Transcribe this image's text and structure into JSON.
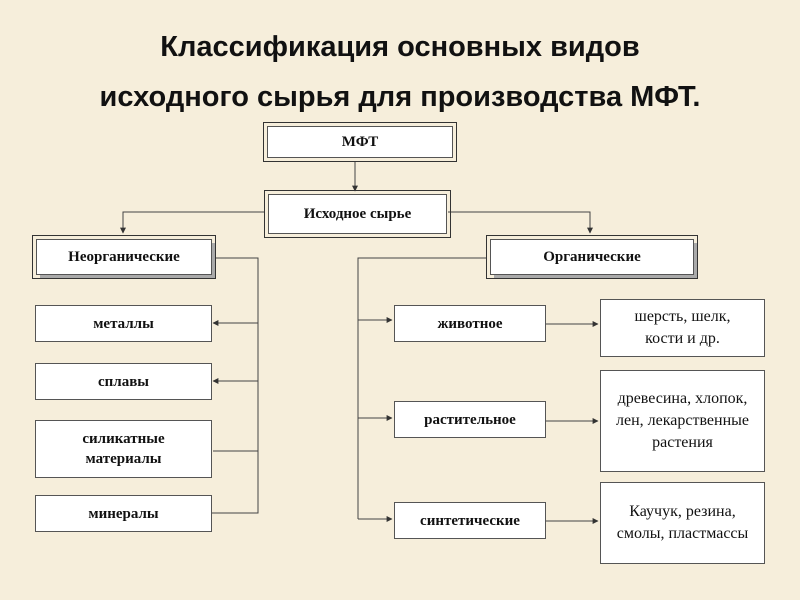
{
  "title": {
    "line1": "Классификация основных видов",
    "line2": "исходного сырья для производства МФТ."
  },
  "nodes": {
    "mft": "МФТ",
    "raw": "Исходное сырье",
    "inorganic": "Неорганические",
    "organic": "Органические",
    "metals": "металлы",
    "alloys": "сплавы",
    "silicate": "силикатные материалы",
    "minerals": "минералы",
    "animal": "животное",
    "plant": "растительное",
    "synthetic": "синтетические",
    "animal_ex": "шерсть, шелк, кости и др.",
    "plant_ex": "древесина, хлопок, лен, лекарственные растения",
    "synthetic_ex": "Каучук, резина, смолы, пластмассы"
  }
}
